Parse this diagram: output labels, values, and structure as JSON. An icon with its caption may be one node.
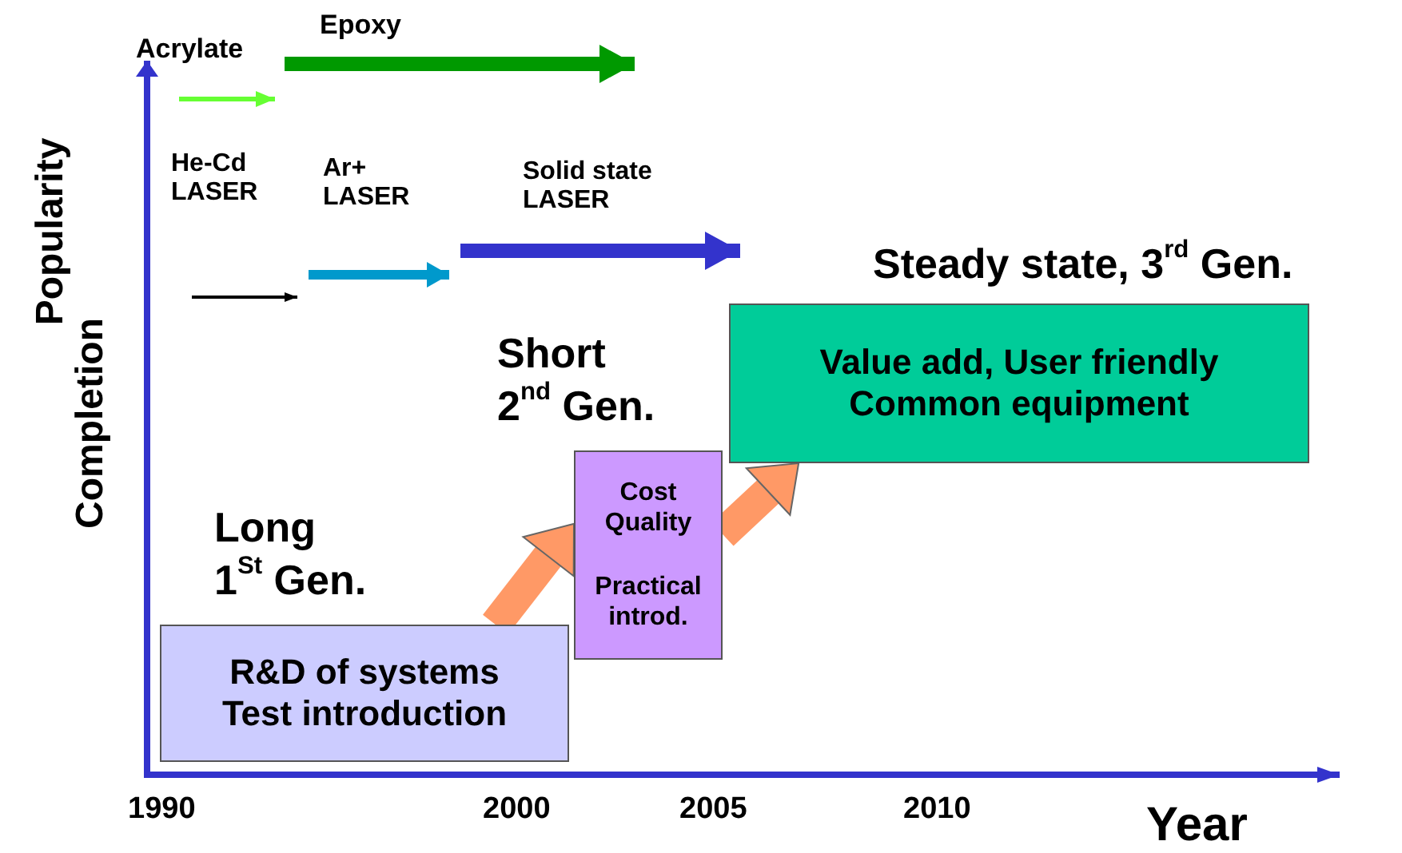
{
  "diagram": {
    "nodes": [
      {
        "text": [
          "R&D of systems Test introduction"
        ],
        "beside": [
          "Long 1$^{St}$ Gen."
        ]
      },
      {
        "text": [
          "Cost Quality",
          "Practical introd."
        ],
        "beside": [
          "Short 2$^{nd}$ Gen."
        ]
      },
      {
        "text": [
          "Value add, User friendly Common equipment"
        ],
        "beside": [
          "Steady state, 3$^{rd}$ Gen."
        ]
      }
    ],
    "edges": [
      {
        "from": 0,
        "to": 1,
        "arrow": "to"
      },
      {
        "from": 1,
        "to": 2,
        "arrow": "to"
      }
    ],
    "labels": [
      "Acrylate",
      "Epoxy",
      "He-Cd LASER",
      "Ar+ LASER",
      "Solid state LASER",
      "Popularity",
      "Completion",
      "1990",
      "2000",
      "2005",
      "2010",
      "Year"
    ]
  }
}
